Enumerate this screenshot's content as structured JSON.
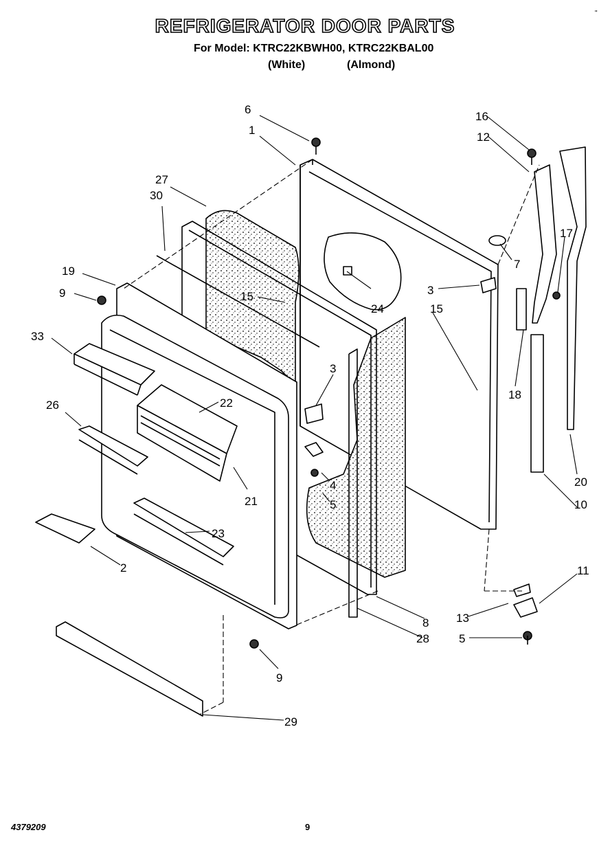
{
  "header": {
    "title": "REFRIGERATOR DOOR PARTS",
    "subtitle": "For Model: KTRC22KBWH00, KTRC22KBAL00",
    "variants": [
      "(White)",
      "(Almond)"
    ],
    "corner_mark": "\""
  },
  "callouts": [
    "6",
    "1",
    "27",
    "30",
    "19",
    "9",
    "33",
    "15",
    "3",
    "24",
    "16",
    "12",
    "17",
    "7",
    "3",
    "15",
    "26",
    "22",
    "18",
    "21",
    "23",
    "2",
    "20",
    "10",
    "11",
    "13",
    "8",
    "28",
    "5",
    "9",
    "29",
    "4",
    "5"
  ],
  "footer": {
    "code": "4379209",
    "page": "9"
  }
}
